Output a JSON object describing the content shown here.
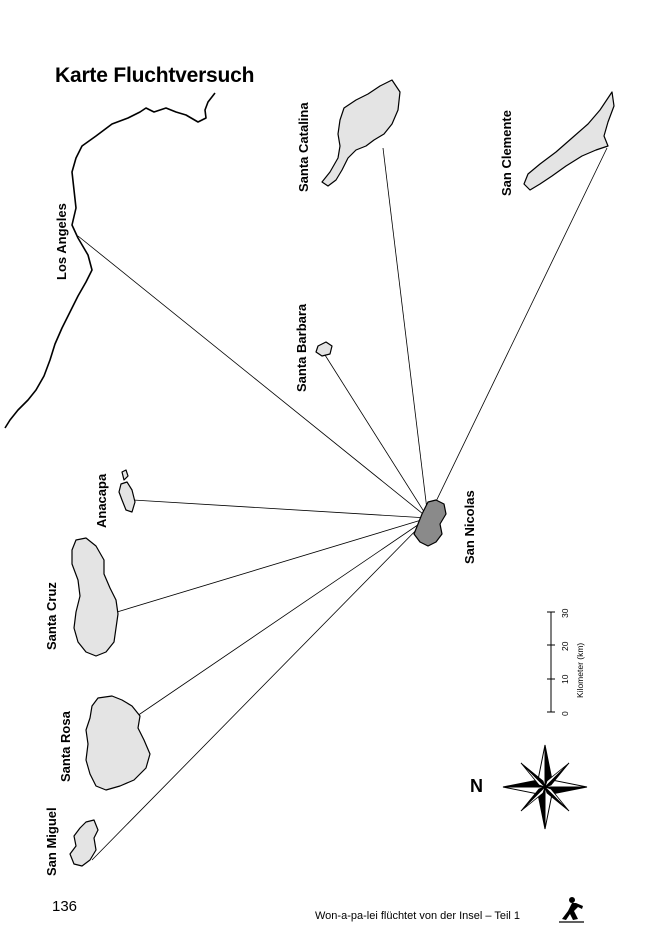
{
  "title": "Karte Fluchtversuch",
  "places": {
    "los_angeles": "Los Angeles",
    "santa_catalina": "Santa Catalina",
    "san_clemente": "San Clemente",
    "santa_barbara": "Santa Barbara",
    "anacapa": "Anacapa",
    "san_nicolas": "San Nicolas",
    "santa_cruz": "Santa Cruz",
    "santa_rosa": "Santa Rosa",
    "san_miguel": "San Miguel"
  },
  "scale": {
    "label": "Kilometer (km)",
    "ticks": [
      "0",
      "10",
      "20",
      "30"
    ]
  },
  "compass": {
    "north": "N"
  },
  "colors": {
    "island_fill": "#e4e4e4",
    "san_nicolas_fill": "#8a8a8a",
    "ink": "#000000"
  },
  "footer": {
    "page_number": "136",
    "text": "Won-a-pa-lei flüchtet von der Insel – Teil 1"
  },
  "icons": {
    "logo": "figure-logo-icon",
    "compass": "compass-rose-icon"
  }
}
